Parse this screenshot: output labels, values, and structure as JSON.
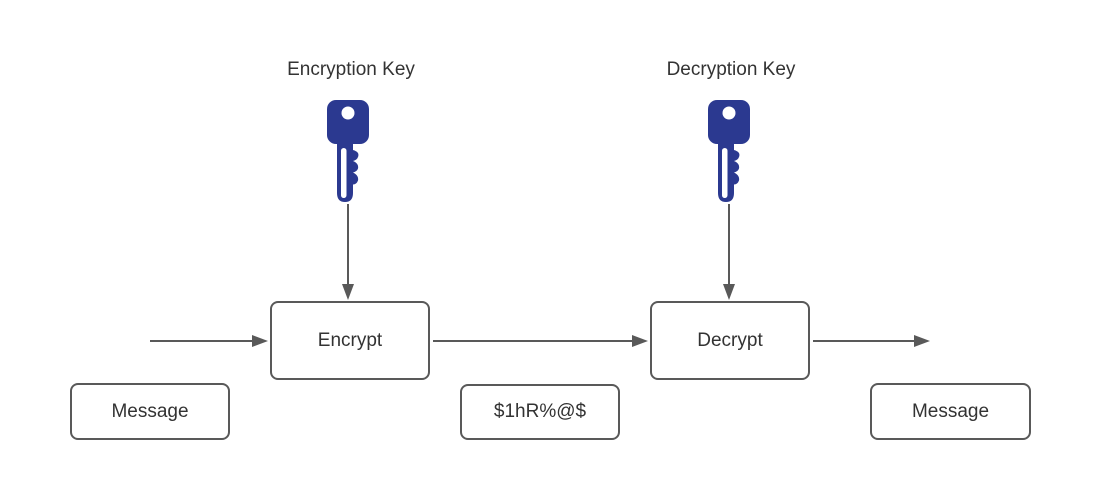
{
  "diagram": {
    "labels": {
      "encryption_key": "Encryption Key",
      "decryption_key": "Decryption Key"
    },
    "nodes": {
      "encrypt": "Encrypt",
      "decrypt": "Decrypt",
      "message_input": "Message",
      "ciphertext": "$1hR%@$",
      "message_output": "Message"
    },
    "icons": {
      "left": "key-icon",
      "right": "key-icon"
    },
    "colors": {
      "key_fill": "#2b3990",
      "key_hole": "#ffffff",
      "stroke": "#595959",
      "text": "#333333",
      "background": "#ffffff"
    }
  }
}
